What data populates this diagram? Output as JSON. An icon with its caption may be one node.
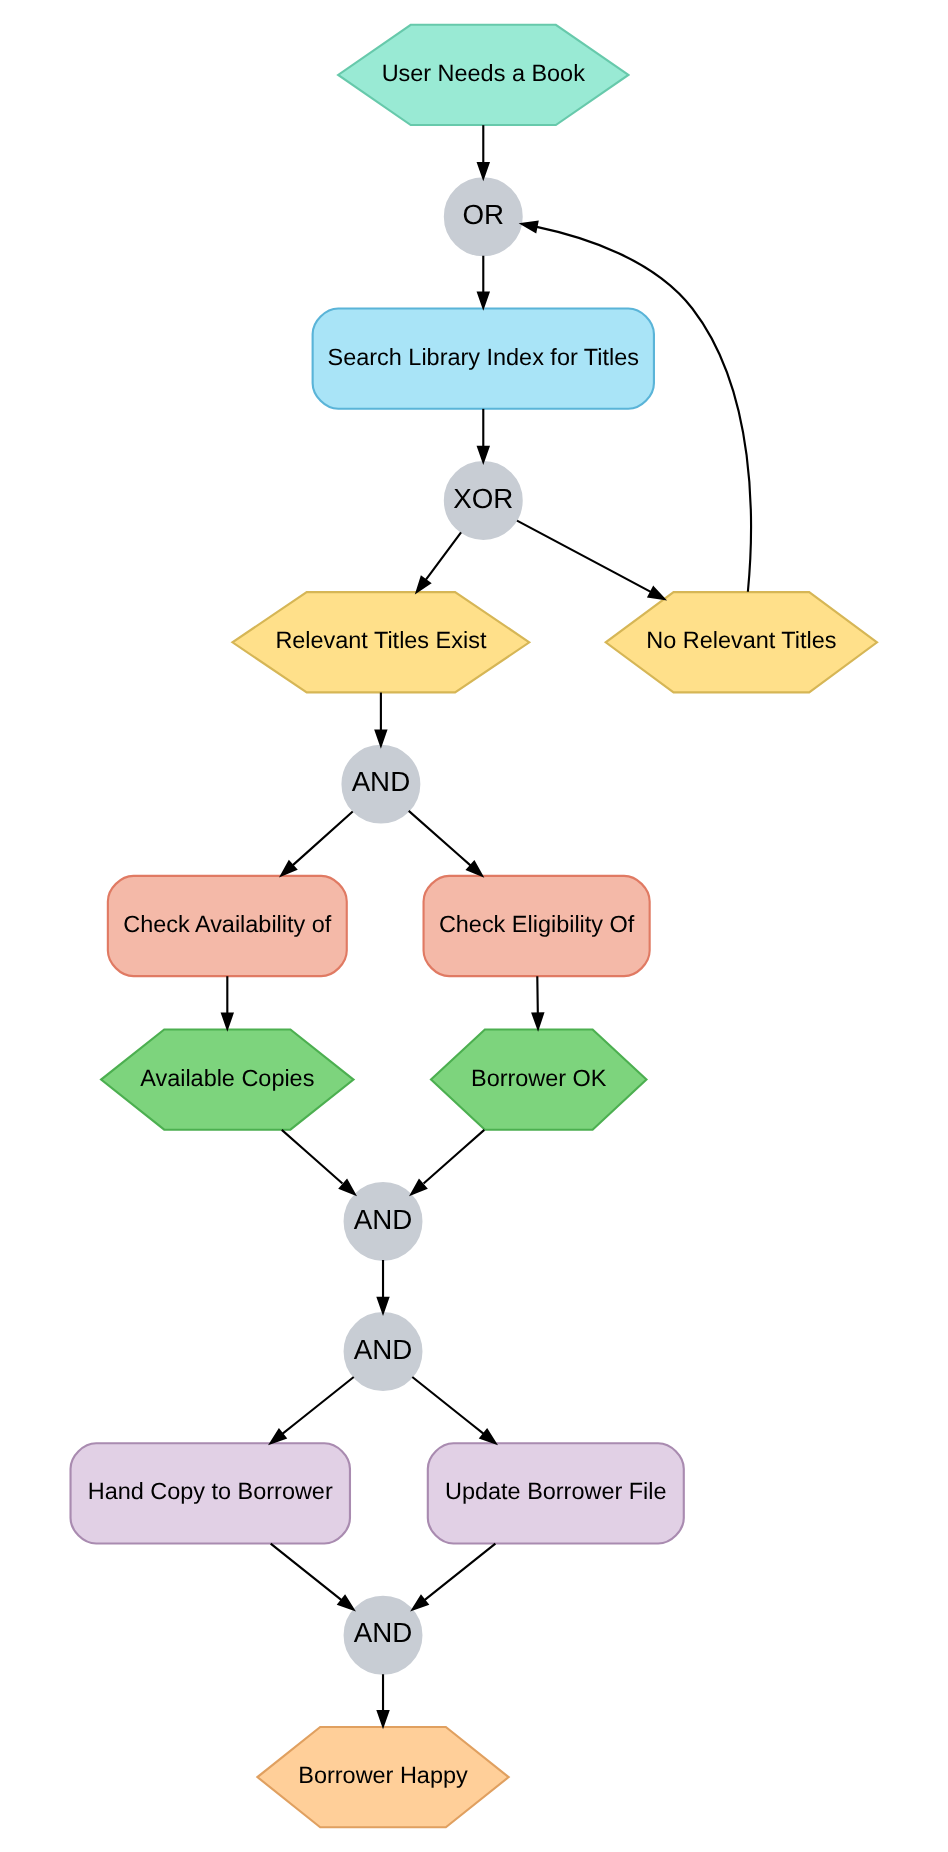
{
  "diagram": {
    "nodes": [
      {
        "text": [
          "User Needs a Book"
        ]
      },
      {
        "text": [
          "OR"
        ]
      },
      {
        "text": [
          "Search Library Index for Titles"
        ]
      },
      {
        "text": [
          "XOR"
        ]
      },
      {
        "text": [
          "Relevant Titles Exist"
        ]
      },
      {
        "text": [
          "No Relevant Titles"
        ]
      },
      {
        "text": [
          "AND"
        ]
      },
      {
        "text": [
          "Check Availability of"
        ]
      },
      {
        "text": [
          "Check Eligibility Of"
        ]
      },
      {
        "text": [
          "Available Copies"
        ]
      },
      {
        "text": [
          "Borrower OK"
        ]
      },
      {
        "text": [
          "AND"
        ]
      },
      {
        "text": [
          "AND"
        ]
      },
      {
        "text": [
          "Hand Copy to Borrower"
        ]
      },
      {
        "text": [
          "Update Borrower File"
        ]
      },
      {
        "text": [
          "AND"
        ]
      },
      {
        "text": [
          "Borrower Happy"
        ]
      }
    ],
    "edges": [
      {
        "from": 0,
        "to": 1,
        "arrow": "to"
      },
      {
        "from": 1,
        "to": 2,
        "arrow": "to"
      },
      {
        "from": 2,
        "to": 3,
        "arrow": "to"
      },
      {
        "from": 3,
        "to": 4,
        "arrow": "to"
      },
      {
        "from": 3,
        "to": 5,
        "arrow": "to"
      },
      {
        "from": 5,
        "to": 1,
        "arrow": "to"
      },
      {
        "from": 4,
        "to": 6,
        "arrow": "to"
      },
      {
        "from": 6,
        "to": 7,
        "arrow": "to"
      },
      {
        "from": 6,
        "to": 8,
        "arrow": "to"
      },
      {
        "from": 7,
        "to": 9,
        "arrow": "to"
      },
      {
        "from": 8,
        "to": 10,
        "arrow": "to"
      },
      {
        "from": 9,
        "to": 11,
        "arrow": "to"
      },
      {
        "from": 10,
        "to": 11,
        "arrow": "to"
      },
      {
        "from": 11,
        "to": 12,
        "arrow": "to"
      },
      {
        "from": 12,
        "to": 13,
        "arrow": "to"
      },
      {
        "from": 12,
        "to": 14,
        "arrow": "to"
      },
      {
        "from": 13,
        "to": 15,
        "arrow": "to"
      },
      {
        "from": 14,
        "to": 15,
        "arrow": "to"
      },
      {
        "from": 15,
        "to": 16,
        "arrow": "to"
      }
    ]
  }
}
